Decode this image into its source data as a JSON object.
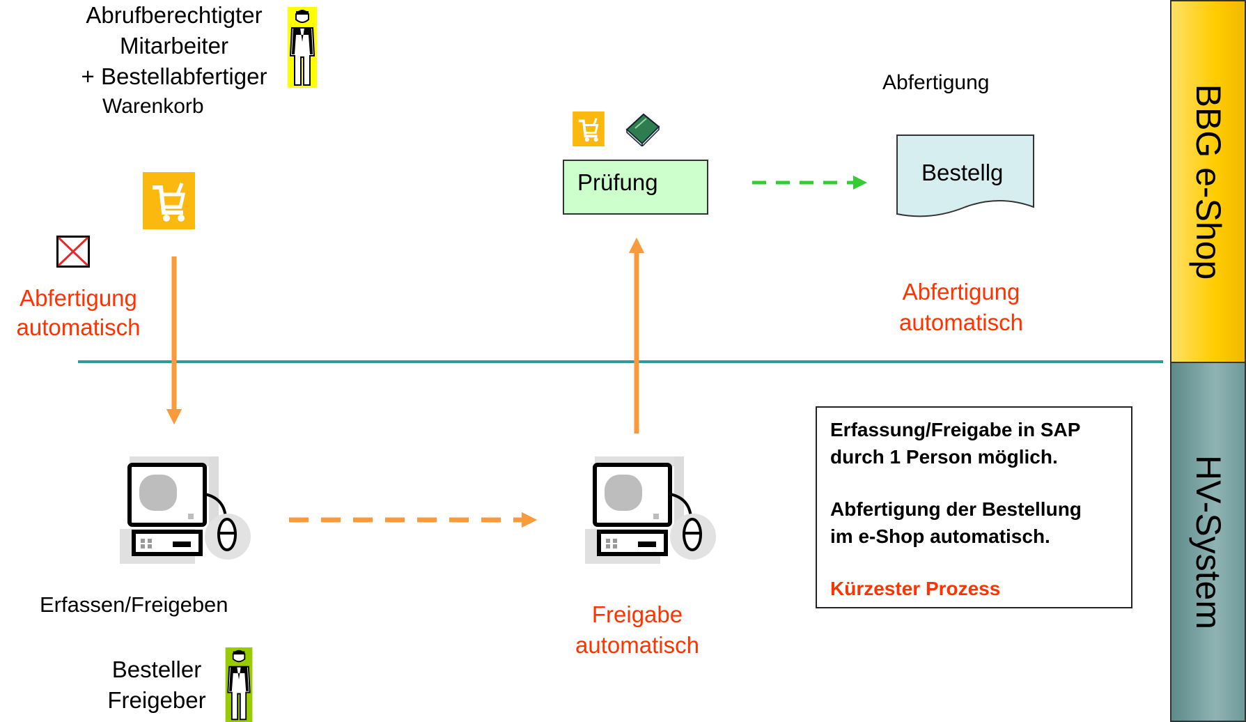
{
  "top_left": {
    "role_lines": [
      "Abrufberechtigter",
      "Mitarbeiter",
      "+ Bestellabfertiger"
    ],
    "cart_label": "Warenkorb",
    "auto_lines": [
      "Abfertigung",
      "automatisch"
    ]
  },
  "top_center": {
    "check_label": "Prüfung"
  },
  "top_right": {
    "title": "Abfertigung",
    "document_label": "Bestellg",
    "auto_lines": [
      "Abfertigung",
      "automatisch"
    ]
  },
  "bottom_left": {
    "computer_label": "Erfassen/Freigeben",
    "role_lines": [
      "Besteller",
      "Freigeber"
    ]
  },
  "bottom_center": {
    "auto_lines": [
      "Freigabe",
      "automatisch"
    ]
  },
  "note": {
    "line1": "Erfassung/Freigabe in SAP",
    "line2": "durch 1 Person möglich.",
    "line3": "Abfertigung der Bestellung",
    "line4": "im e-Shop automatisch.",
    "highlight": "Kürzester Prozess"
  },
  "bands": {
    "top_label": "BBG e-Shop",
    "bottom_label": "HV-System"
  },
  "colors": {
    "flow_arrow": "#fa9a3a",
    "transfer_arrow": "#33cc33",
    "divider": "#2a9c9c",
    "accent_text": "#ff3300",
    "cart_bg": "#fbb910",
    "check_box_fill": "#ccffcc",
    "document_fill": "#d6eef0",
    "band_top": "#ffcc00",
    "band_bottom": "#6f9a9a"
  },
  "icons": [
    "person-icon",
    "cart-icon",
    "book-icon",
    "checkbox-x-icon",
    "computer-icon",
    "document-icon"
  ]
}
